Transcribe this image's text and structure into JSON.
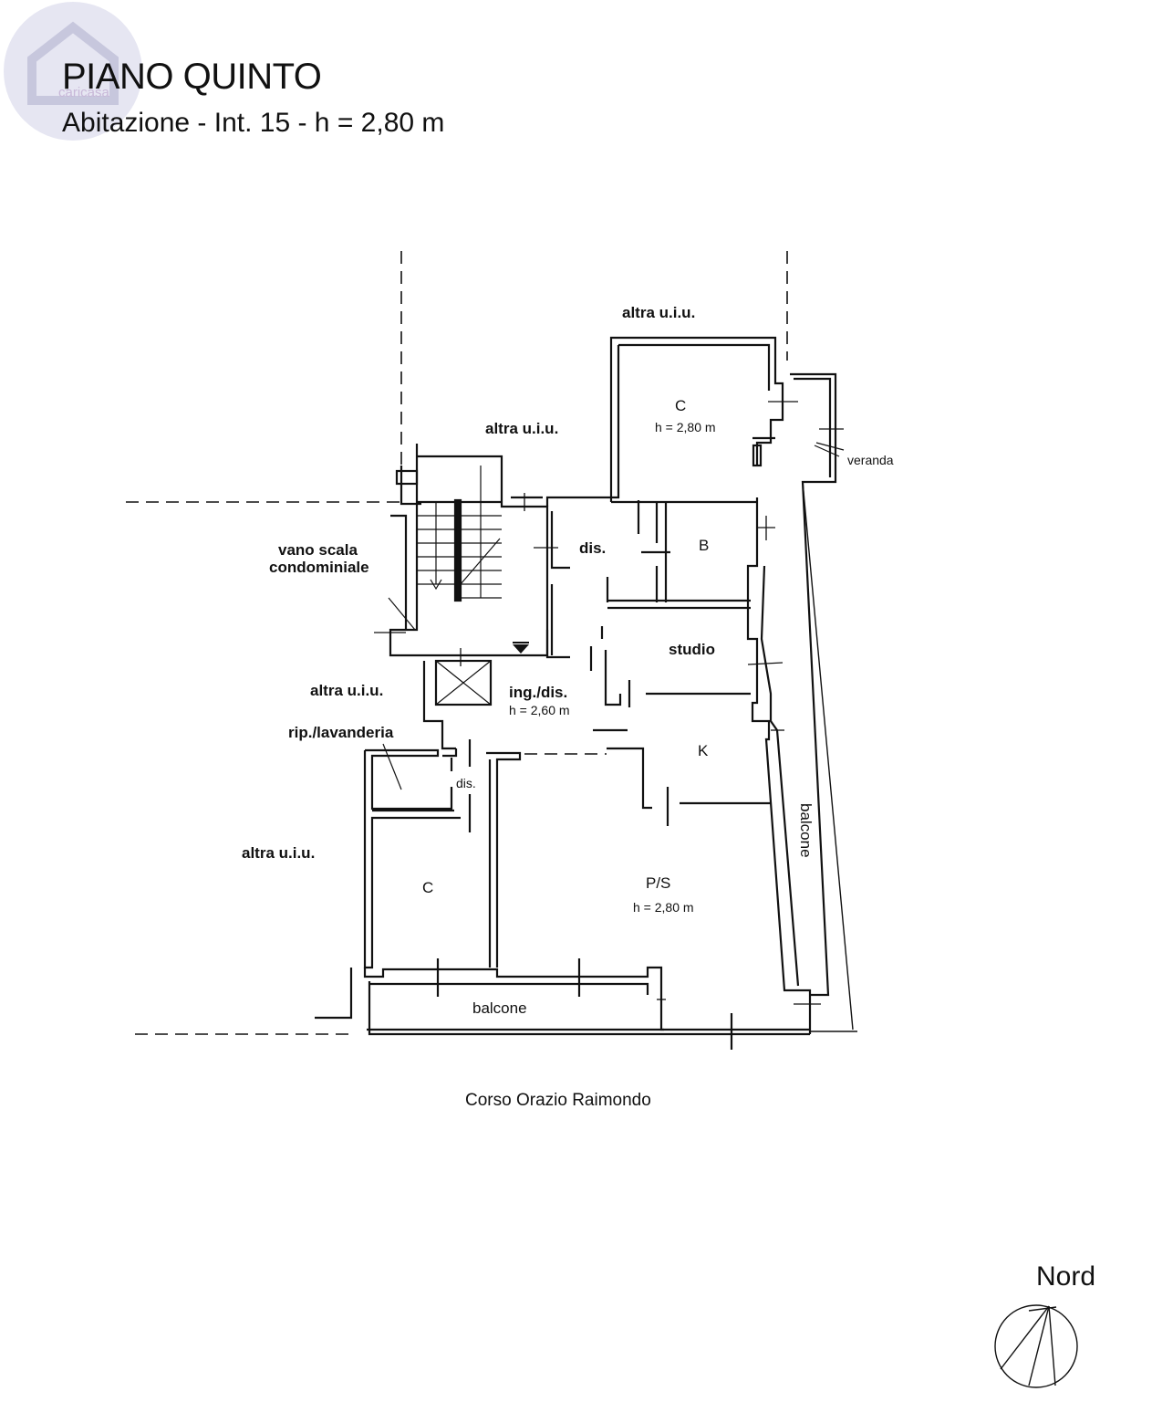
{
  "header": {
    "title": "PIANO QUINTO",
    "subtitle": "Abitazione - Int. 15 - h = 2,80 m"
  },
  "watermark": {
    "text": "caricasa",
    "icon": "house-logo-icon"
  },
  "labels": {
    "altra_top": "altra u.i.u.",
    "altra_upper": "altra u.i.u.",
    "altra_mid": "altra u.i.u.",
    "altra_low": "altra u.i.u.",
    "vano_scala_1": "vano scala",
    "vano_scala_2": "condominiale",
    "rip_lavanderia": "rip./lavanderia",
    "dis_upper": "dis.",
    "dis_lower": "dis.",
    "ing_dis": "ing./dis.",
    "ing_h": "h = 2,60 m",
    "c_upper": "C",
    "c_upper_h": "h = 2,80 m",
    "b": "B",
    "studio": "studio",
    "k": "K",
    "ps": "P/S",
    "ps_h": "h = 2,80 m",
    "c_lower": "C",
    "balcone_bottom": "balcone",
    "balcone_side": "balcone",
    "veranda": "veranda"
  },
  "footer": {
    "street": "Corso Orazio Raimondo",
    "nord": "Nord"
  }
}
